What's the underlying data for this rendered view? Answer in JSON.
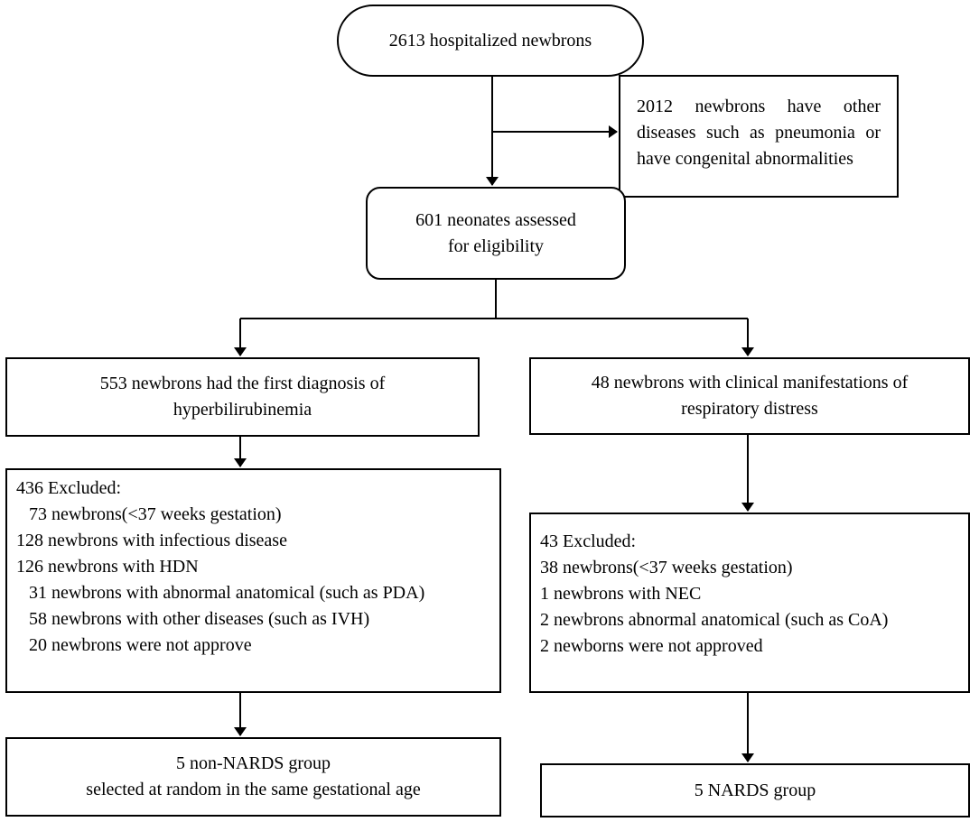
{
  "nodes": {
    "start": {
      "lines": [
        "2613 hospitalized newbrons"
      ]
    },
    "excluded_other": {
      "lines": [
        "2012 newbrons have other",
        "diseases such as pneumonia or",
        "have congenital abnormalities"
      ]
    },
    "eligibility": {
      "lines": [
        "601 neonates assessed",
        "for eligibility"
      ]
    },
    "hyperbili": {
      "lines": [
        "553 newbrons had the first diagnosis of",
        "hyperbilirubinemia"
      ]
    },
    "respiratory": {
      "lines": [
        "48 newbrons with clinical manifestations of",
        "respiratory distress"
      ]
    },
    "excluded_left": {
      "heading": "436 Excluded:",
      "items": [
        "73 newbrons(<37 weeks gestation)",
        "128  newbrons with infectious disease",
        "126  newbrons with HDN",
        "31 newbrons with abnormal anatomical (such as PDA)",
        "58 newbrons with other diseases (such as IVH)",
        "20 newbrons were not approve"
      ]
    },
    "excluded_right": {
      "heading": "43 Excluded:",
      "items": [
        "38 newbrons(<37 weeks gestation)",
        "1 newbrons with NEC",
        "2 newbrons abnormal anatomical (such as CoA)",
        "2 newborns were not approved"
      ]
    },
    "non_nards": {
      "lines": [
        "5 non-NARDS group",
        "selected at random in the same gestational age"
      ]
    },
    "nards": {
      "lines": [
        "5 NARDS group"
      ]
    }
  },
  "edges": [
    {
      "from": "start",
      "to": "eligibility"
    },
    {
      "from": "start",
      "to": "excluded_other"
    },
    {
      "from": "eligibility",
      "to": "hyperbili"
    },
    {
      "from": "eligibility",
      "to": "respiratory"
    },
    {
      "from": "hyperbili",
      "to": "excluded_left"
    },
    {
      "from": "respiratory",
      "to": "excluded_right"
    },
    {
      "from": "excluded_left",
      "to": "non_nards"
    },
    {
      "from": "excluded_right",
      "to": "nards"
    }
  ],
  "colors": {
    "stroke": "#000000",
    "background": "#ffffff"
  }
}
